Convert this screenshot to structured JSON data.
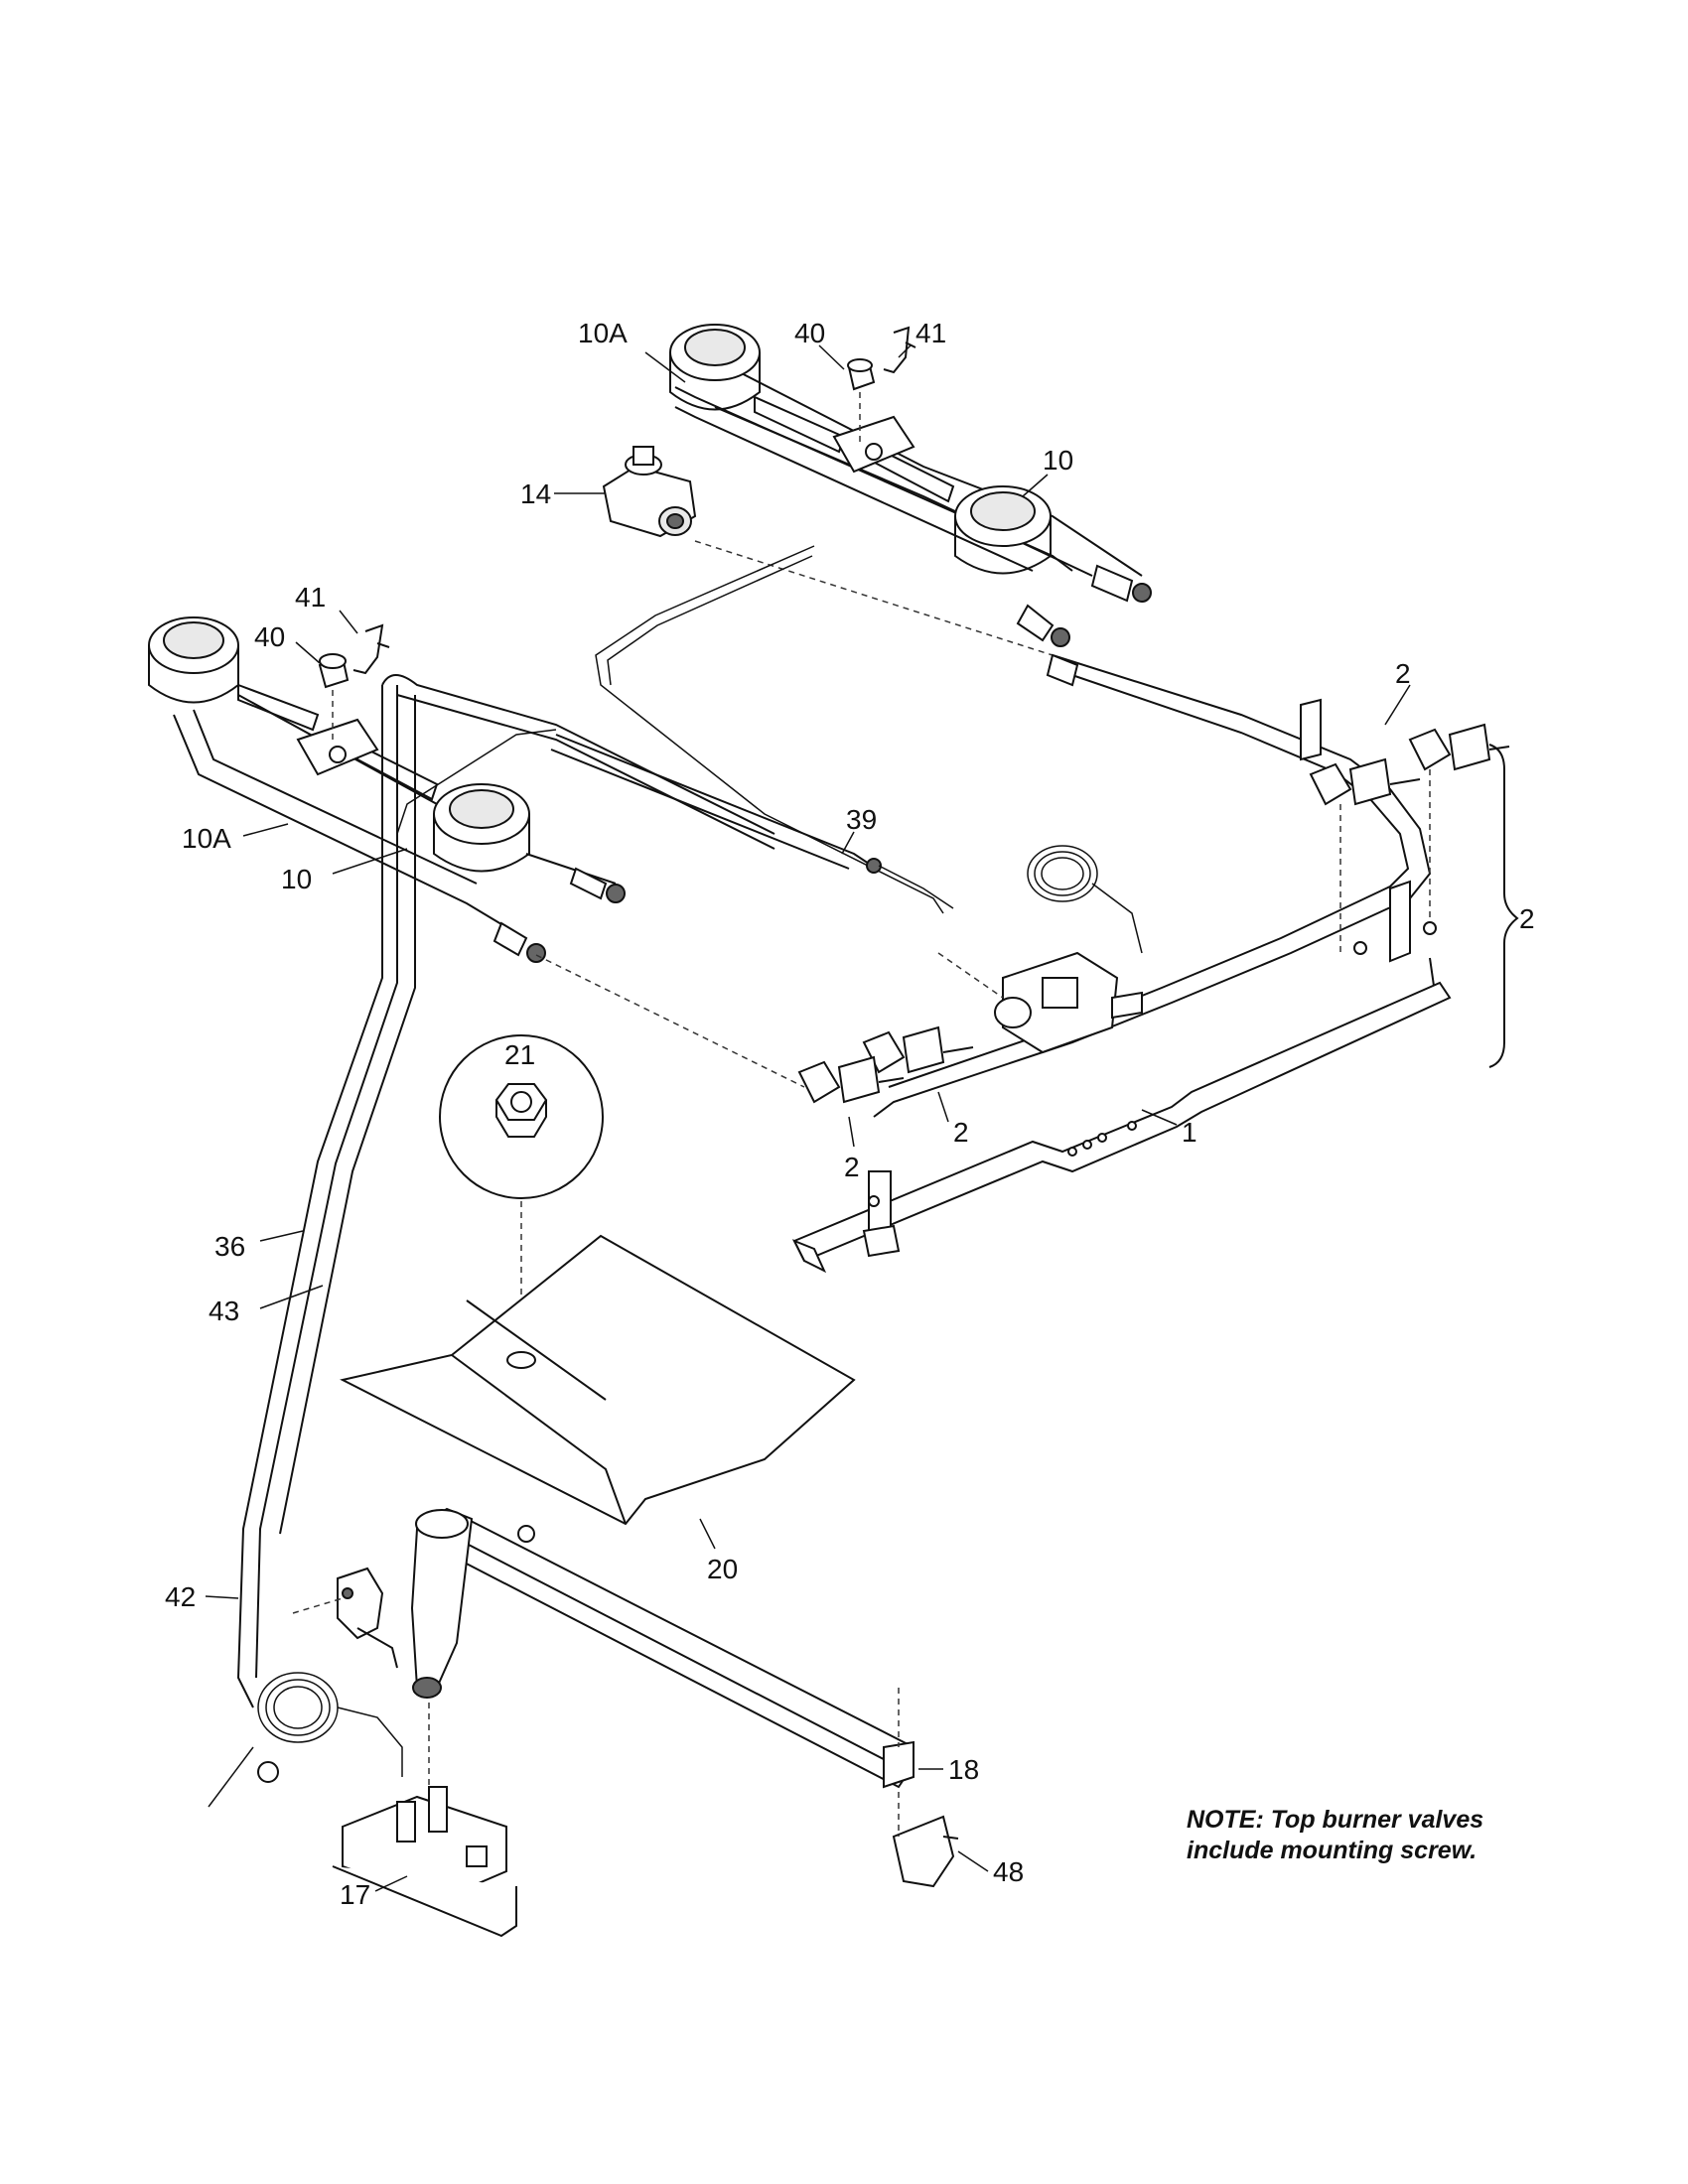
{
  "callouts": {
    "c_10A_top": "10A",
    "c_40_top": "40",
    "c_41_top": "41",
    "c_14": "14",
    "c_10_top": "10",
    "c_41_left": "41",
    "c_40_left": "40",
    "c_10A_left": "10A",
    "c_10_left": "10",
    "c_39": "39",
    "c_2_a": "2",
    "c_2_bracket": "2",
    "c_2_b": "2",
    "c_2_c": "2",
    "c_1": "1",
    "c_21": "21",
    "c_36": "36",
    "c_43": "43",
    "c_20": "20",
    "c_42": "42",
    "c_18": "18",
    "c_48": "48",
    "c_17": "17"
  },
  "note": {
    "line1": "NOTE: Top burner valves",
    "line2": "include mounting screw."
  }
}
